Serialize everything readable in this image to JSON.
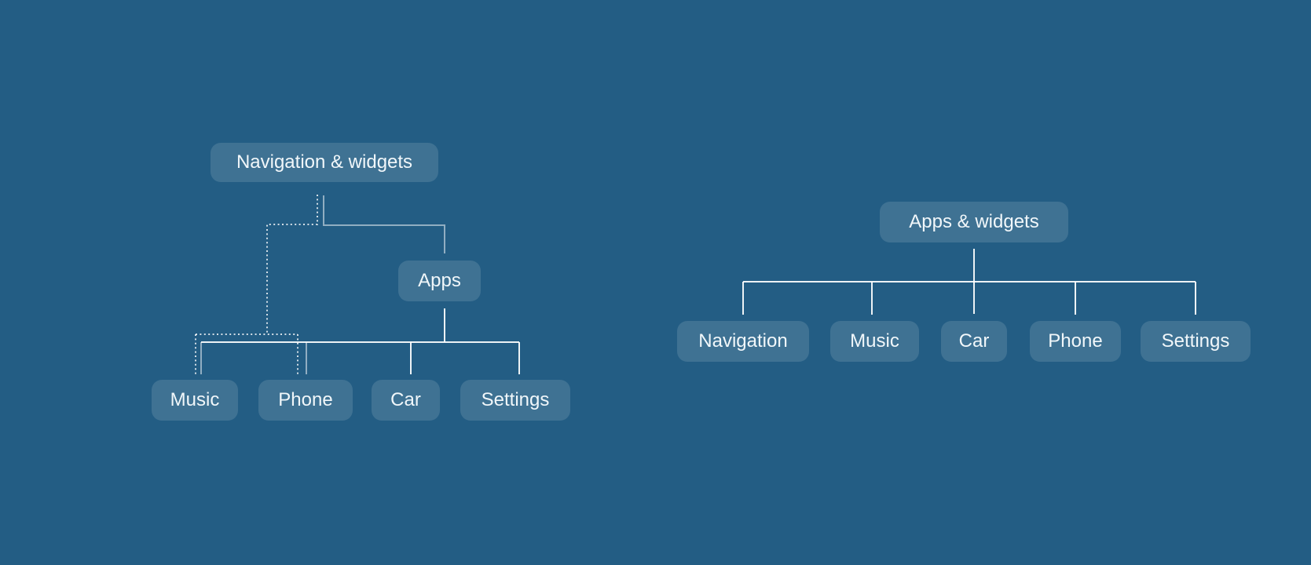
{
  "diagram": {
    "left_tree": {
      "root": "Navigation & widgets",
      "apps_node": "Apps",
      "children": [
        "Music",
        "Phone",
        "Car",
        "Settings"
      ]
    },
    "right_tree": {
      "root": "Apps & widgets",
      "children": [
        "Navigation",
        "Music",
        "Car",
        "Phone",
        "Settings"
      ]
    }
  },
  "colors": {
    "bg": "#235d84",
    "node_fill": "rgba(255,255,255,0.13)",
    "text": "#f1f7fa",
    "line_white": "rgba(255,255,255,0.92)",
    "line_pale": "rgba(255,255,255,0.5)",
    "line_dotted": "rgba(255,255,255,0.8)"
  }
}
